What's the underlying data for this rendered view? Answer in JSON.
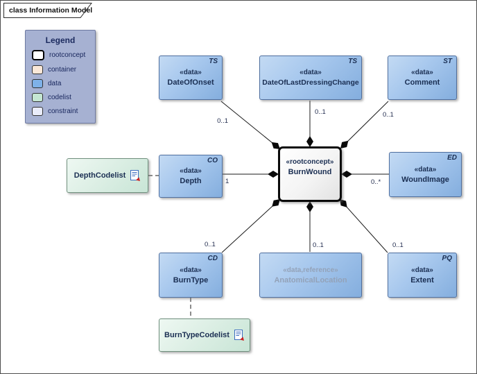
{
  "frame": {
    "tab_label": "class Information Model"
  },
  "legend": {
    "title": "Legend",
    "items": [
      {
        "label": "rootconcept",
        "color": "#ffffff"
      },
      {
        "label": "container",
        "color": "#fbe8d8"
      },
      {
        "label": "data",
        "color": "#7eb1e8"
      },
      {
        "label": "codelist",
        "color": "#c4e6d2"
      },
      {
        "label": "constraint",
        "color": "#e9ecfa"
      }
    ]
  },
  "nodes": {
    "burnwound": {
      "stereotype": "«rootconcept»",
      "name": "BurnWound"
    },
    "dateofonset": {
      "stereotype": "«data»",
      "name": "DateOfOnset",
      "type_code": "TS"
    },
    "dateoflastdressingchange": {
      "stereotype": "«data»",
      "name": "DateOfLastDressingChange",
      "type_code": "TS"
    },
    "comment": {
      "stereotype": "«data»",
      "name": "Comment",
      "type_code": "ST"
    },
    "depth": {
      "stereotype": "«data»",
      "name": "Depth",
      "type_code": "CO"
    },
    "woundimage": {
      "stereotype": "«data»",
      "name": "WoundImage",
      "type_code": "ED"
    },
    "burntype": {
      "stereotype": "«data»",
      "name": "BurnType",
      "type_code": "CD"
    },
    "anatomicallocation": {
      "stereotype": "«data,reference»",
      "name": "AnatomicalLocation"
    },
    "extent": {
      "stereotype": "«data»",
      "name": "Extent",
      "type_code": "PQ"
    },
    "depthcodelist": {
      "name": "DepthCodelist"
    },
    "burntypecodelist": {
      "name": "BurnTypeCodelist"
    }
  },
  "multiplicities": {
    "dateofonset": "0..1",
    "dateoflastdressingchange": "0..1",
    "comment": "0..1",
    "depth": "1",
    "woundimage": "0..*",
    "burntype": "0..1",
    "anatomicallocation": "0..1",
    "extent": "0..1"
  },
  "colors": {
    "data_fill": "#84aede",
    "data_fill_light": "#c3daf3",
    "data_border": "#4f6f9f",
    "codelist_fill": "#c8e5d6",
    "codelist_border": "#6f8f7d",
    "rootconcept_border": "#0a0a0a",
    "legend_bg": "#a6b1d2",
    "text": "#1a2e52",
    "reference_text": "#93a2b8",
    "connector": "#1a1a1a"
  }
}
